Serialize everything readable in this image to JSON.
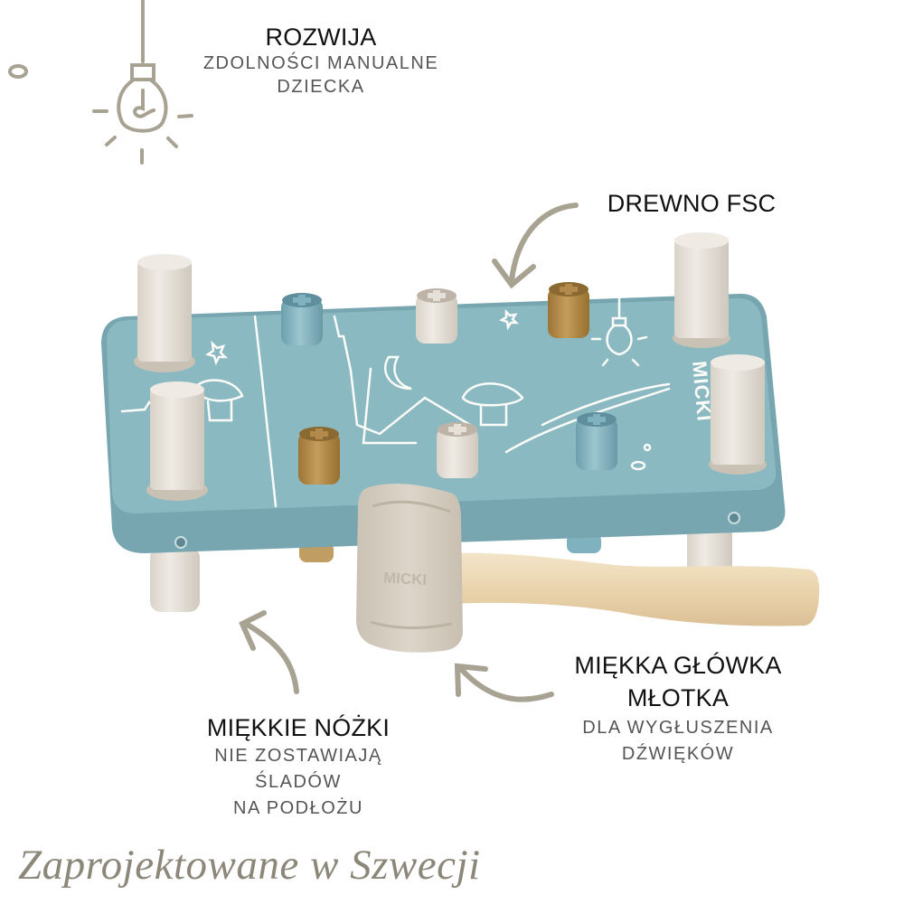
{
  "features": {
    "rozwija": {
      "title": "ROZWIJA",
      "lines": [
        "ZDOLNOŚCI MANUALNE",
        "DZIECKA"
      ],
      "icon": "lightbulb-icon"
    },
    "drewno": {
      "title": "DREWNO FSC",
      "icon": "curved-arrow-icon"
    },
    "mlotek": {
      "title_lines": [
        "MIĘKKA GŁÓWKA",
        "MŁOTKA"
      ],
      "lines": [
        "DLA WYGŁUSZENIA",
        "DŹWIĘKÓW"
      ],
      "icon": "curved-arrow-icon"
    },
    "nozki": {
      "title": "MIĘKKIE NÓŻKI",
      "lines": [
        "NIE ZOSTAWIAJĄ",
        "ŚLADÓW",
        "NA PODŁOŻU"
      ],
      "icon": "curved-arrow-icon"
    }
  },
  "product": {
    "brand_on_board": "MICKI",
    "brand_on_hammer": "MICKI",
    "colors": {
      "board": "#8ab9c2",
      "board_edge": "#77a6b0",
      "peg_cream": "#e6e1d8",
      "peg_blue": "#7fb1bf",
      "peg_ochre": "#b28a4b",
      "hammer_head": "#d8d0c4",
      "hammer_handle": "#ecd9b8",
      "accent_line": "#a8a292"
    }
  },
  "tagline": "Zaprojektowane w Szwecji"
}
